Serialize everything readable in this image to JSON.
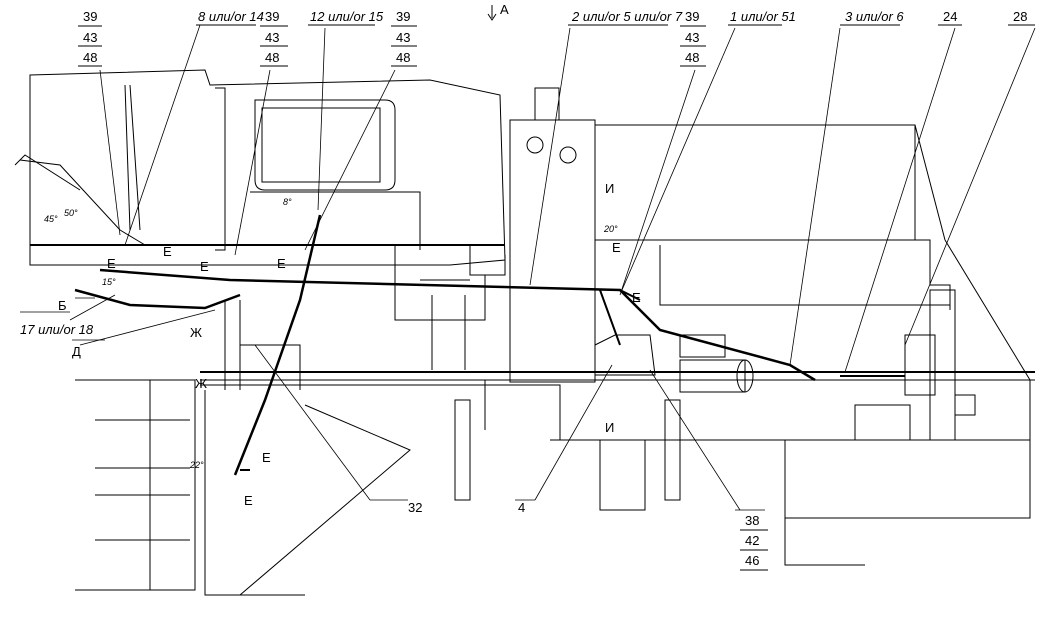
{
  "view_arrow": "A",
  "callouts": {
    "c39a": [
      "39",
      "43",
      "48"
    ],
    "c39b": [
      "39",
      "43",
      "48"
    ],
    "c39c": [
      "39",
      "43",
      "48"
    ],
    "c39d": [
      "39",
      "43",
      "48"
    ],
    "c8": "8 или/or 14",
    "c12": "12 или/or 15",
    "c2": "2 или/or 5 или/or 7",
    "c1": "1 или/or 51",
    "c3": "3 или/or 6",
    "c24": "24",
    "c28": "28",
    "c17": "17 или/or 18",
    "cB": "Б",
    "cD": "Д",
    "c32": "32",
    "c4": "4",
    "c38": [
      "38",
      "42",
      "46"
    ]
  },
  "section_marks": {
    "E": "Е",
    "I": "И",
    "Zh": "Ж"
  },
  "angles": [
    "45°",
    "50°",
    "15°",
    "8°",
    "20°",
    "22°"
  ]
}
